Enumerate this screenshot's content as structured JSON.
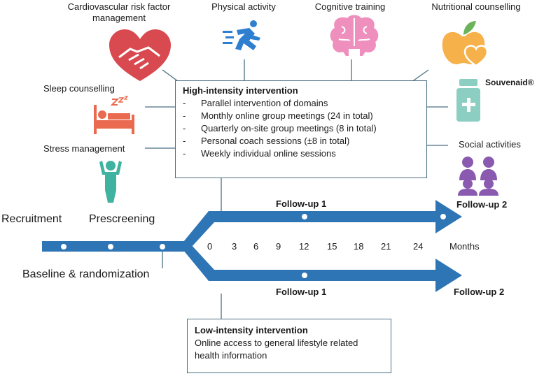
{
  "domains": {
    "cardio": "Cardiovascular risk factor\nmanagement",
    "physical": "Physical activity",
    "cognitive": "Cognitive training",
    "nutrition": "Nutritional counselling",
    "sleep": "Sleep counselling",
    "stress": "Stress management",
    "souvenaid": "Souvenaid®",
    "social": "Social activities"
  },
  "high_intensity": {
    "title": "High-intensity intervention",
    "items": [
      "Parallel intervention of domains",
      "Monthly online group meetings (24 in total)",
      "Quarterly on-site group meetings (8 in total)",
      "Personal coach sessions (±8 in total)",
      "Weekly individual online sessions"
    ]
  },
  "low_intensity": {
    "title": "Low-intensity intervention",
    "text": "Online access to general lifestyle related health information"
  },
  "timeline": {
    "recruitment": "Recruitment",
    "prescreening": "Prescreening",
    "baseline": "Baseline & randomization",
    "followup1_top": "Follow-up 1",
    "followup2_top": "Follow-up 2",
    "followup1_bottom": "Follow-up 1",
    "followup2_bottom": "Follow-up 2",
    "months": [
      "0",
      "3",
      "6",
      "9",
      "12",
      "15",
      "18",
      "21",
      "24"
    ],
    "months_label": "Months"
  },
  "colors": {
    "arrow": "#2e75b6",
    "connector": "#4a6f82",
    "heart": "#d84a4f",
    "runner": "#2e7fd0",
    "brain": "#ee8fbd",
    "apple": "#f6b14a",
    "sleep": "#ea6a50",
    "person": "#3fb3a0",
    "bottle": "#8ccfc2",
    "people": "#8a5ab0"
  }
}
